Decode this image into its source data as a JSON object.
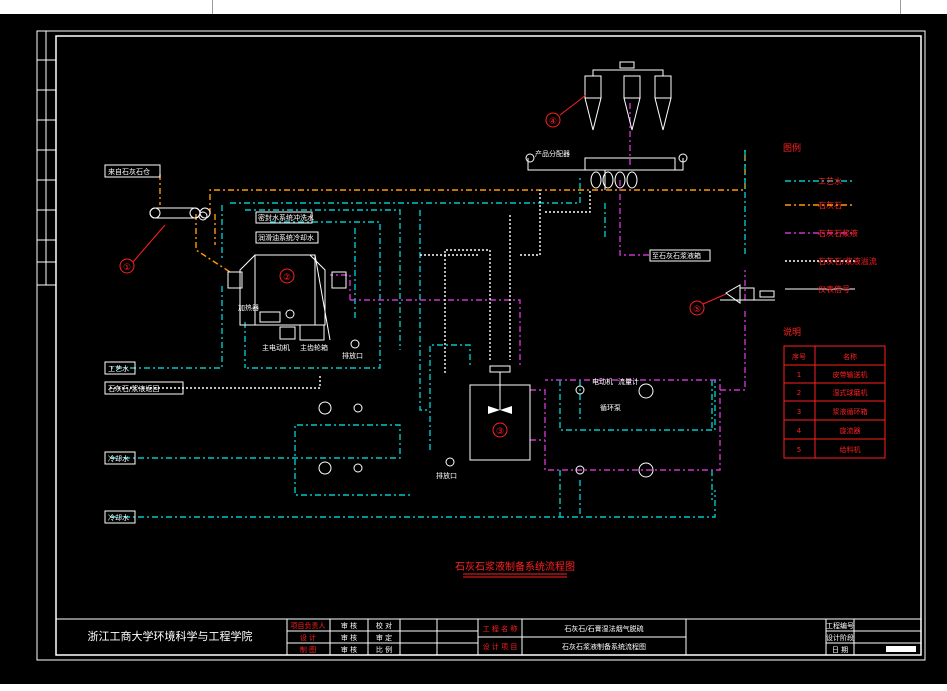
{
  "diagram": {
    "title": "石灰石浆液制备系统流程图",
    "inputs": {
      "limestone": "来自石灰石仓",
      "process_water": "工艺水",
      "limestone_slurry": "石灰石/浆液返回",
      "cooling_water_mid": "冷却水",
      "cooling_water_bottom": "冷却水"
    },
    "equipment_labels": {
      "sealing_water": "密封水系统冲洗水",
      "lube_oil": "润滑油系统冷却水",
      "heater": "加热器",
      "gear": "主齿轮箱",
      "main_motor": "主电动机",
      "recirc_pump": "循环泵",
      "product_dist": "产品分配器",
      "to_absorber": "至石灰石浆液箱",
      "drain1": "排放口",
      "drain2": "排放口",
      "motor_a": "电动机",
      "flow_meter": "流量计"
    },
    "callouts": [
      "①",
      "②",
      "③",
      "④",
      "⑤"
    ],
    "legend": {
      "heading": "图例",
      "items": [
        "工艺水",
        "石灰石",
        "石灰石浆液",
        "石灰石/浆液溢流",
        "仪表信号"
      ]
    },
    "note_table": {
      "heading": "说明",
      "col1": "序号",
      "col2": "名称",
      "rows": [
        {
          "no": "1",
          "name": "皮带输送机"
        },
        {
          "no": "2",
          "name": "湿式球磨机"
        },
        {
          "no": "3",
          "name": "浆液循环箱"
        },
        {
          "no": "4",
          "name": "旋流器"
        },
        {
          "no": "5",
          "name": "给料机"
        }
      ]
    },
    "colors": {
      "water": "#00c8c8",
      "limestone": "#ff9900",
      "slurry": "#cc33cc",
      "overflow": "#ffffff",
      "signal": "#ffffff",
      "red": "#ff2020"
    }
  },
  "title_block": {
    "school": "浙江工商大学环境科学与工程学院",
    "roles": [
      "项目负责人",
      "设  计",
      "制  图"
    ],
    "role_mid": [
      "审  核",
      "审  核",
      "审  核"
    ],
    "role_right": [
      "校  对",
      "审  定",
      "比  例"
    ],
    "project_name_label": "工 程 名 称",
    "project_name": "石灰石/石膏湿法烟气脱硫",
    "design_item_label": "设 计 项 目",
    "design_item": "石灰石浆液制备系统流程图",
    "right": [
      "工程编号",
      "设计阶段",
      "日  期"
    ]
  }
}
